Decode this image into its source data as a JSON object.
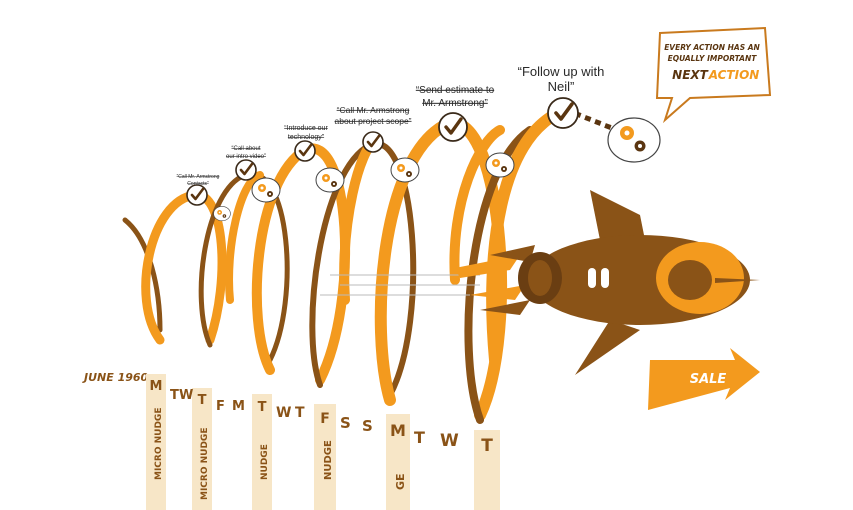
{
  "colors": {
    "orange": "#F39A1E",
    "brown": "#8A5317",
    "dark_brown": "#5a3510",
    "post": "#F7E6C7",
    "post_text": "#C97A1E"
  },
  "date_label": "JUNE 1960",
  "days": [
    "M",
    "T",
    "W",
    "T",
    "F",
    "M",
    "T",
    "W",
    "T",
    "F",
    "S",
    "S",
    "M",
    "T",
    "W",
    "T"
  ],
  "posts": [
    {
      "letter": "M",
      "caption": "MICRO NUDGE"
    },
    {
      "letter": "T",
      "caption": "MICRO NUDGE"
    },
    {
      "letter": "T",
      "caption": "NUDGE"
    },
    {
      "letter": "F",
      "caption": "NUDGE"
    },
    {
      "letter": "M",
      "caption": "GE"
    },
    {
      "letter": "T",
      "caption": ""
    }
  ],
  "actions": [
    {
      "line1": "“Call Mr. Armstrong",
      "line2": "Contacts”",
      "done": true
    },
    {
      "line1": "“Call about",
      "line2": "our intro video”",
      "done": true
    },
    {
      "line1": "“Introduce our",
      "line2": "technology”",
      "done": true
    },
    {
      "line1": "“Call Mr. Armstrong",
      "line2": "about project scope”",
      "done": true
    },
    {
      "line1": "“Send estimate to",
      "line2": "Mr. Armstrong”",
      "done": true
    },
    {
      "line1": "“Follow up with",
      "line2": "Neil”",
      "done": false
    }
  ],
  "speech_bubble": {
    "line1": "EVERY ACTION HAS AN",
    "line2": "EQUALLY IMPORTANT",
    "line3_a": "NEXT",
    "line3_b": "ACTION"
  },
  "arrow_label": "SALE",
  "icons": [
    "checkmark-icon",
    "gear-icon",
    "thought-bubble-icon",
    "rocket-icon"
  ]
}
